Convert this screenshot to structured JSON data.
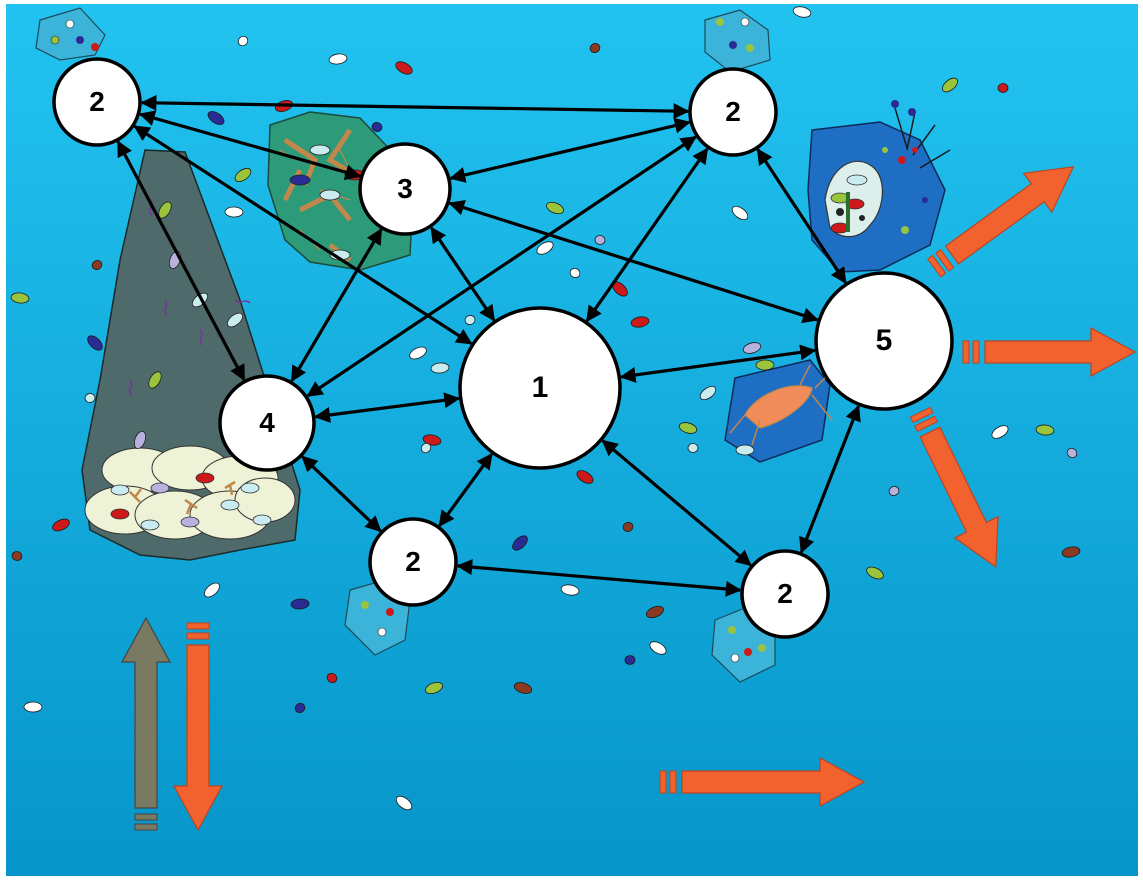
{
  "diagram": {
    "background": {
      "top_color": "#22c3f0",
      "bottom_color": "#0795c9",
      "frame_color": "#ffffff"
    },
    "colors": {
      "node_fill": "#ffffff",
      "node_stroke": "#000000",
      "link": "#000000",
      "export_arrow": "#f2622e",
      "export_arrow_stroke": "#b94520",
      "upward_arrow": "#7a7a62",
      "aggregate_large": "#4f6a6a",
      "aggregate_green": "#2d9a7a",
      "aggregate_blue": "#1e6fc4",
      "aggregate_small": "#3cb3d8",
      "particle_colors": [
        "#ffffff",
        "#2b2b94",
        "#cc1a1a",
        "#8a3a22",
        "#9ac43c",
        "#b8b0dd",
        "#c8ecf0"
      ]
    },
    "nodes": [
      {
        "id": "n1",
        "label": "1"
      },
      {
        "id": "n2a",
        "label": "2"
      },
      {
        "id": "n2b",
        "label": "2"
      },
      {
        "id": "n2c",
        "label": "2"
      },
      {
        "id": "n2d",
        "label": "2"
      },
      {
        "id": "n3",
        "label": "3"
      },
      {
        "id": "n4",
        "label": "4"
      },
      {
        "id": "n5",
        "label": "5"
      }
    ],
    "links": [
      [
        "n2a",
        "n2b"
      ],
      [
        "n2a",
        "n3"
      ],
      [
        "n2a",
        "n4"
      ],
      [
        "n2a",
        "n1"
      ],
      [
        "n2b",
        "n3"
      ],
      [
        "n2b",
        "n1"
      ],
      [
        "n2b",
        "n4"
      ],
      [
        "n2b",
        "n5"
      ],
      [
        "n3",
        "n5"
      ],
      [
        "n3",
        "n1"
      ],
      [
        "n3",
        "n4"
      ],
      [
        "n4",
        "n1"
      ],
      [
        "n4",
        "n2c"
      ],
      [
        "n1",
        "n5"
      ],
      [
        "n1",
        "n2c"
      ],
      [
        "n1",
        "n2d"
      ],
      [
        "n2c",
        "n2d"
      ],
      [
        "n5",
        "n2d"
      ]
    ],
    "export_arrows": [
      {
        "id": "export-up-right",
        "style": "dashed-tail"
      },
      {
        "id": "export-right",
        "style": "dashed-tail"
      },
      {
        "id": "export-down-right",
        "style": "dashed-tail"
      },
      {
        "id": "export-down",
        "style": "dashed-tail"
      },
      {
        "id": "advection-right",
        "style": "dashed-tail"
      },
      {
        "id": "upward-flux",
        "style": "dashed-tail"
      }
    ]
  }
}
